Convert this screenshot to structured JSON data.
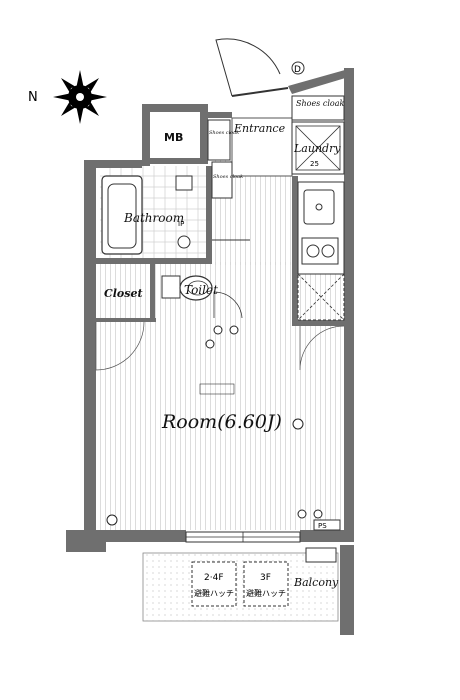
{
  "compass": {
    "north_label": "N"
  },
  "rooms": {
    "mb": "MB",
    "entrance": "Entrance",
    "shoes_cloak": "Shoes cloak",
    "shoes_cloak_small_1": "Shoes cloak",
    "shoes_cloak_small_2": "Shoes cloak",
    "laundry": "Laundry",
    "bathroom": "Bathroom",
    "closet": "Closet",
    "toilet": "Toilet",
    "main_room": "Room(6.60J)",
    "balcony": "Balcony"
  },
  "markers": {
    "door_marker": "D",
    "ps": "PS",
    "bath_ip": "IP",
    "laundry_temp": "25"
  },
  "hatches": [
    {
      "floors": "2·4F",
      "label": "避難ハッチ"
    },
    {
      "floors": "3F",
      "label": "避難ハッチ"
    }
  ]
}
